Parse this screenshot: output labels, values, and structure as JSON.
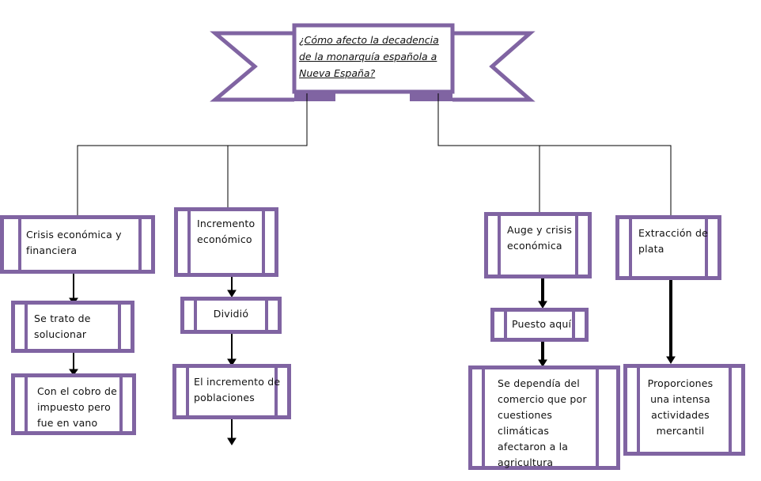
{
  "title": "¿Cómo afecto la decadencia de la monarquía española a Nueva España?",
  "boxes": {
    "crisis": "Crisis económica y financiera",
    "solucionar": "Se trato de solucionar",
    "cobro": "Con el cobro de impuesto pero fue en vano",
    "incremento": "Incremento económico",
    "dividio": "Dividió",
    "poblaciones": "El incremento de poblaciones",
    "auge": "Auge y crisis económica",
    "puesto": "Puesto aquí",
    "dependia": "Se dependía del comercio que por cuestiones climáticas afectaron a la agricultura",
    "extraccion": "Extracción de plata",
    "proporciones": "Proporciones una intensa actividades mercantil"
  },
  "colors": {
    "accent": "#8064A2",
    "line": "#000000"
  }
}
